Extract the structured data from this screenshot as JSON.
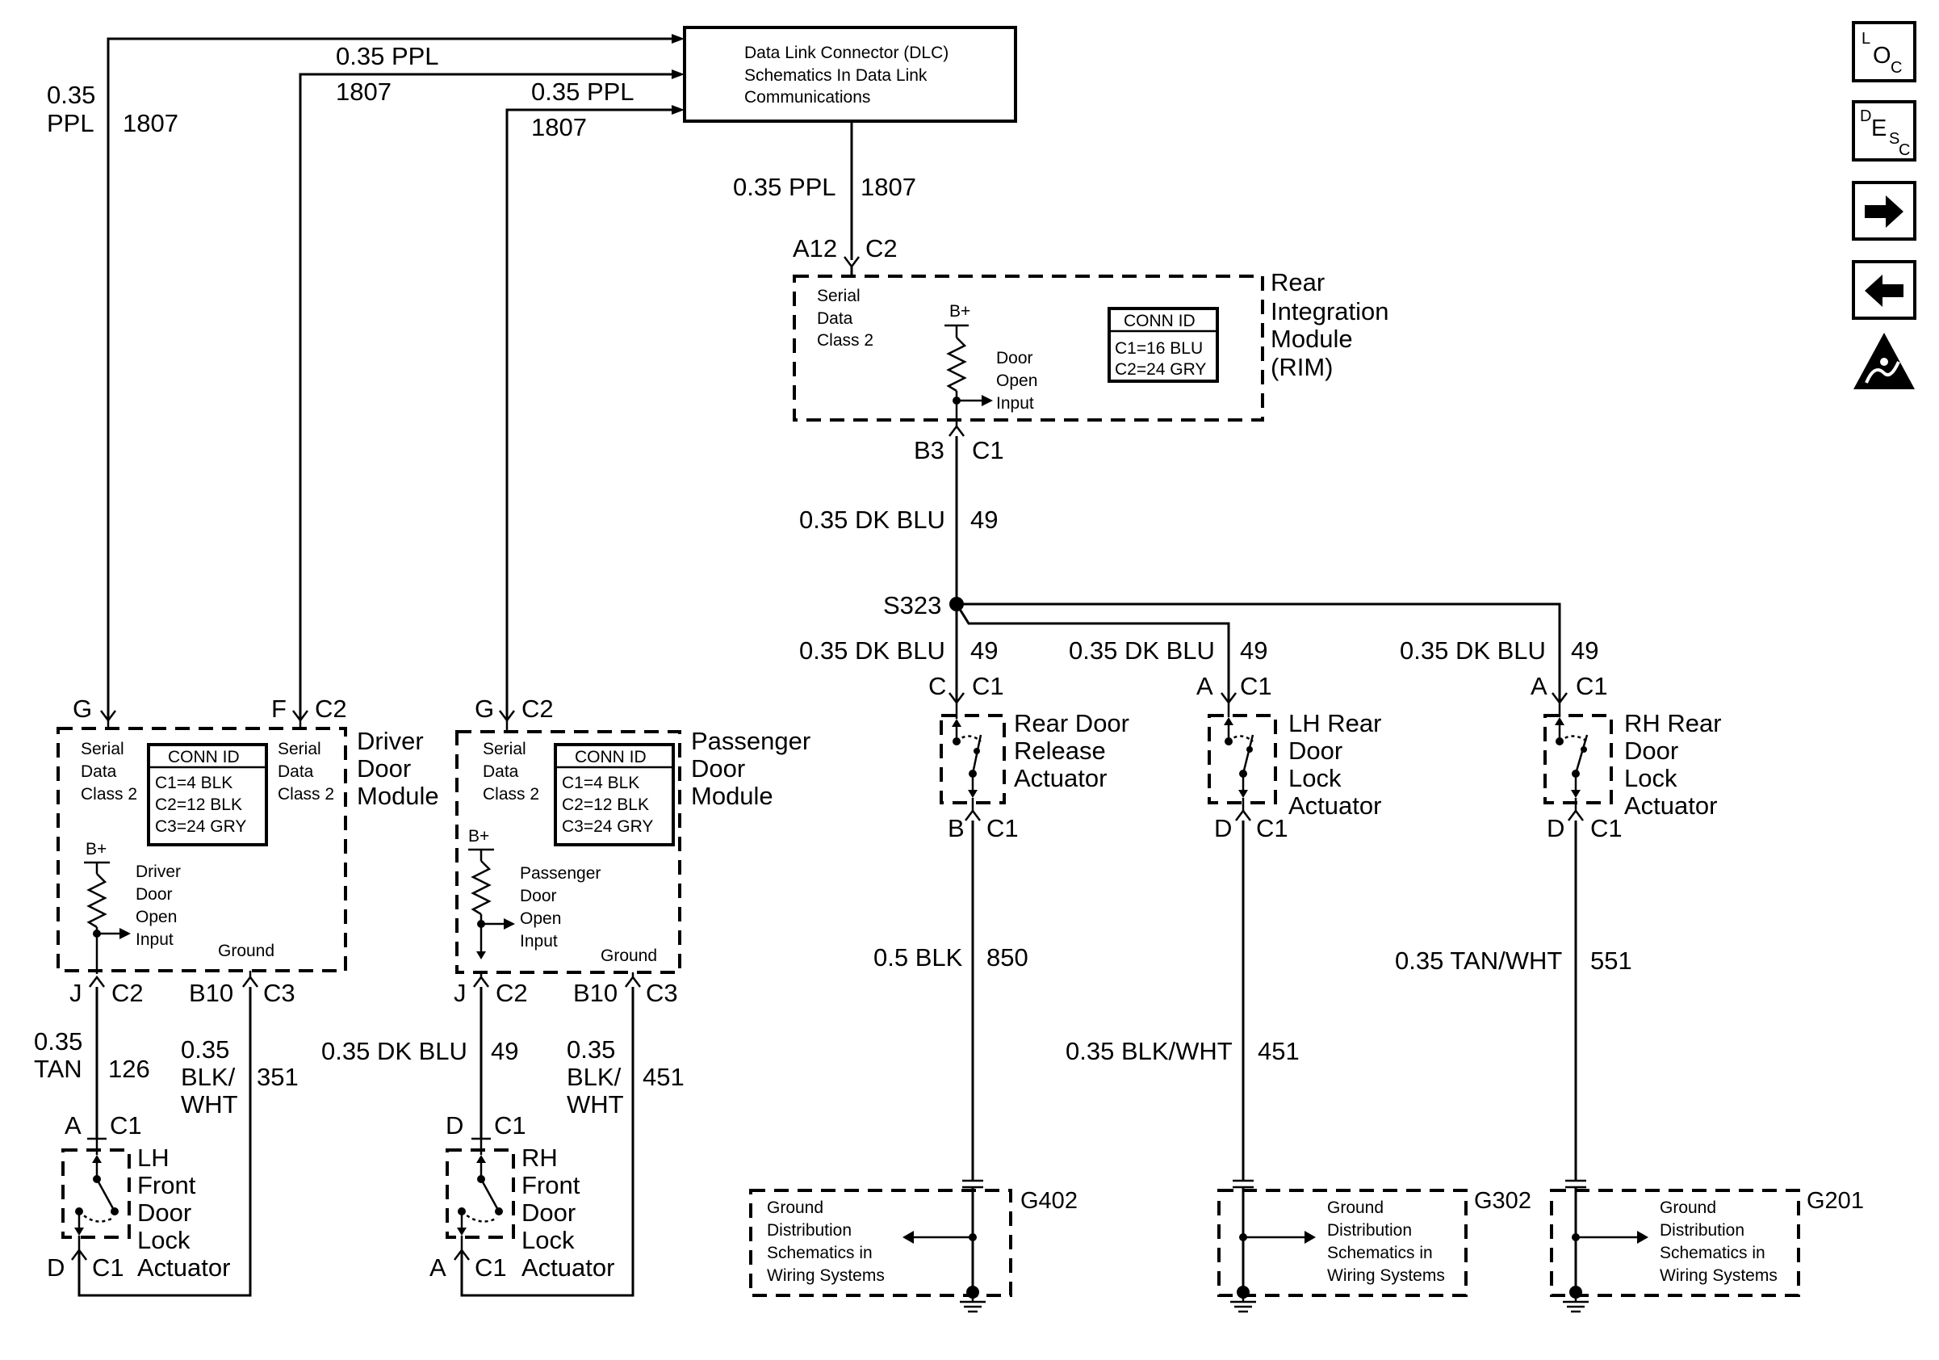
{
  "dlc": {
    "lines": [
      "Data Link Connector (DLC)",
      "Schematics In Data Link",
      "Communications"
    ]
  },
  "wires": {
    "w1_gauge": "0.35 PPL",
    "w1_circuit": "1807",
    "w2_gauge": "0.35 PPL",
    "w2_circuit": "1807",
    "w3_gauge": "0.35 PPL",
    "w3_circuit": "1807",
    "w4_gauge": "0.35 PPL",
    "w4_circuit": "1807",
    "far_left_gauge_a": "0.35",
    "far_left_gauge_b": "PPL",
    "far_left_circuit": "1807",
    "rim_out_gauge": "0.35 DK BLU",
    "rim_out_circuit": "49",
    "br1_gauge": "0.35 DK BLU",
    "br1_circuit": "49",
    "br2_gauge": "0.35 DK BLU",
    "br2_circuit": "49",
    "br3_gauge": "0.35 DK BLU",
    "br3_circuit": "49",
    "rear_release_gnd_gauge": "0.5 BLK",
    "rear_release_gnd_circuit": "850",
    "lh_rear_gnd_gauge": "0.35 BLK/WHT",
    "lh_rear_gnd_circuit": "451",
    "rh_rear_gnd_gauge": "0.35 TAN/WHT",
    "rh_rear_gnd_circuit": "551",
    "ddm_j_gauge_a": "0.35",
    "ddm_j_gauge_b": "TAN",
    "ddm_j_circuit": "126",
    "ddm_b10_gauge_a": "0.35",
    "ddm_b10_gauge_b": "BLK/",
    "ddm_b10_gauge_c": "WHT",
    "ddm_b10_circuit": "351",
    "pdm_j_gauge": "0.35 DK BLU",
    "pdm_j_circuit": "49",
    "pdm_b10_gauge_a": "0.35",
    "pdm_b10_gauge_b": "BLK/",
    "pdm_b10_gauge_c": "WHT",
    "pdm_b10_circuit": "451"
  },
  "rim": {
    "name_lines": [
      "Rear",
      "Integration",
      "Module",
      "(RIM)"
    ],
    "serial_lines": [
      "Serial",
      "Data",
      "Class 2"
    ],
    "bplus": "B+",
    "input_lines": [
      "Door",
      "Open",
      "Input"
    ],
    "conn_title": "CONN ID",
    "conn_lines": [
      "C1=16 BLU",
      "C2=24 GRY"
    ],
    "pin_top_a": "A12",
    "pin_top_b": "C2",
    "pin_bot_a": "B3",
    "pin_bot_b": "C1"
  },
  "splice": {
    "label": "S323"
  },
  "ddm": {
    "name_lines": [
      "Driver",
      "Door",
      "Module"
    ],
    "serial_left": [
      "Serial",
      "Data",
      "Class 2"
    ],
    "serial_right": [
      "Serial",
      "Data",
      "Class 2"
    ],
    "conn_title": "CONN ID",
    "conn_lines": [
      "C1=4 BLK",
      "C2=12 BLK",
      "C3=24 GRY"
    ],
    "bplus": "B+",
    "input_lines": [
      "Driver",
      "Door",
      "Open",
      "Input"
    ],
    "ground": "Ground",
    "pin_g": "G",
    "pin_f": "F",
    "pin_fc": "C2",
    "pin_j": "J",
    "pin_jc": "C2",
    "pin_b10": "B10",
    "pin_b10c": "C3"
  },
  "pdm": {
    "name_lines": [
      "Passenger",
      "Door",
      "Module"
    ],
    "serial": [
      "Serial",
      "Data",
      "Class 2"
    ],
    "conn_title": "CONN ID",
    "conn_lines": [
      "C1=4 BLK",
      "C2=12 BLK",
      "C3=24 GRY"
    ],
    "bplus": "B+",
    "input_lines": [
      "Passenger",
      "Door",
      "Open",
      "Input"
    ],
    "ground": "Ground",
    "pin_g": "G",
    "pin_gc": "C2",
    "pin_j": "J",
    "pin_jc": "C2",
    "pin_b10": "B10",
    "pin_b10c": "C3"
  },
  "actuators": {
    "rear_release": {
      "name_lines": [
        "Rear Door",
        "Release",
        "Actuator"
      ],
      "pin_top": "C",
      "pin_top_c": "C1",
      "pin_bot": "B",
      "pin_bot_c": "C1"
    },
    "lh_rear": {
      "name_lines": [
        "LH Rear",
        "Door",
        "Lock",
        "Actuator"
      ],
      "pin_top": "A",
      "pin_top_c": "C1",
      "pin_bot": "D",
      "pin_bot_c": "C1"
    },
    "rh_rear": {
      "name_lines": [
        "RH Rear",
        "Door",
        "Lock",
        "Actuator"
      ],
      "pin_top": "A",
      "pin_top_c": "C1",
      "pin_bot": "D",
      "pin_bot_c": "C1"
    },
    "lh_front": {
      "name_lines": [
        "LH",
        "Front",
        "Door",
        "Lock",
        "Actuator"
      ],
      "pin_top": "A",
      "pin_top_c": "C1",
      "pin_bot": "D",
      "pin_bot_c": "C1"
    },
    "rh_front": {
      "name_lines": [
        "RH",
        "Front",
        "Door",
        "Lock",
        "Actuator"
      ],
      "pin_top": "D",
      "pin_top_c": "C1",
      "pin_bot": "A",
      "pin_bot_c": "C1"
    }
  },
  "grounds": {
    "g402": {
      "id": "G402",
      "lines": [
        "Ground",
        "Distribution",
        "Schematics in",
        "Wiring Systems"
      ]
    },
    "g302": {
      "id": "G302",
      "lines": [
        "Ground",
        "Distribution",
        "Schematics in",
        "Wiring Systems"
      ]
    },
    "g201": {
      "id": "G201",
      "lines": [
        "Ground",
        "Distribution",
        "Schematics in",
        "Wiring Systems"
      ]
    }
  },
  "nav": {
    "loc": {
      "a": "L",
      "b": "O",
      "c": "C"
    },
    "desc": {
      "a": "D",
      "b": "E",
      "c": "S",
      "d": "C"
    },
    "icons": [
      "loc-icon",
      "desc-icon",
      "next-arrow-icon",
      "back-arrow-icon",
      "esd-warning-icon"
    ]
  }
}
